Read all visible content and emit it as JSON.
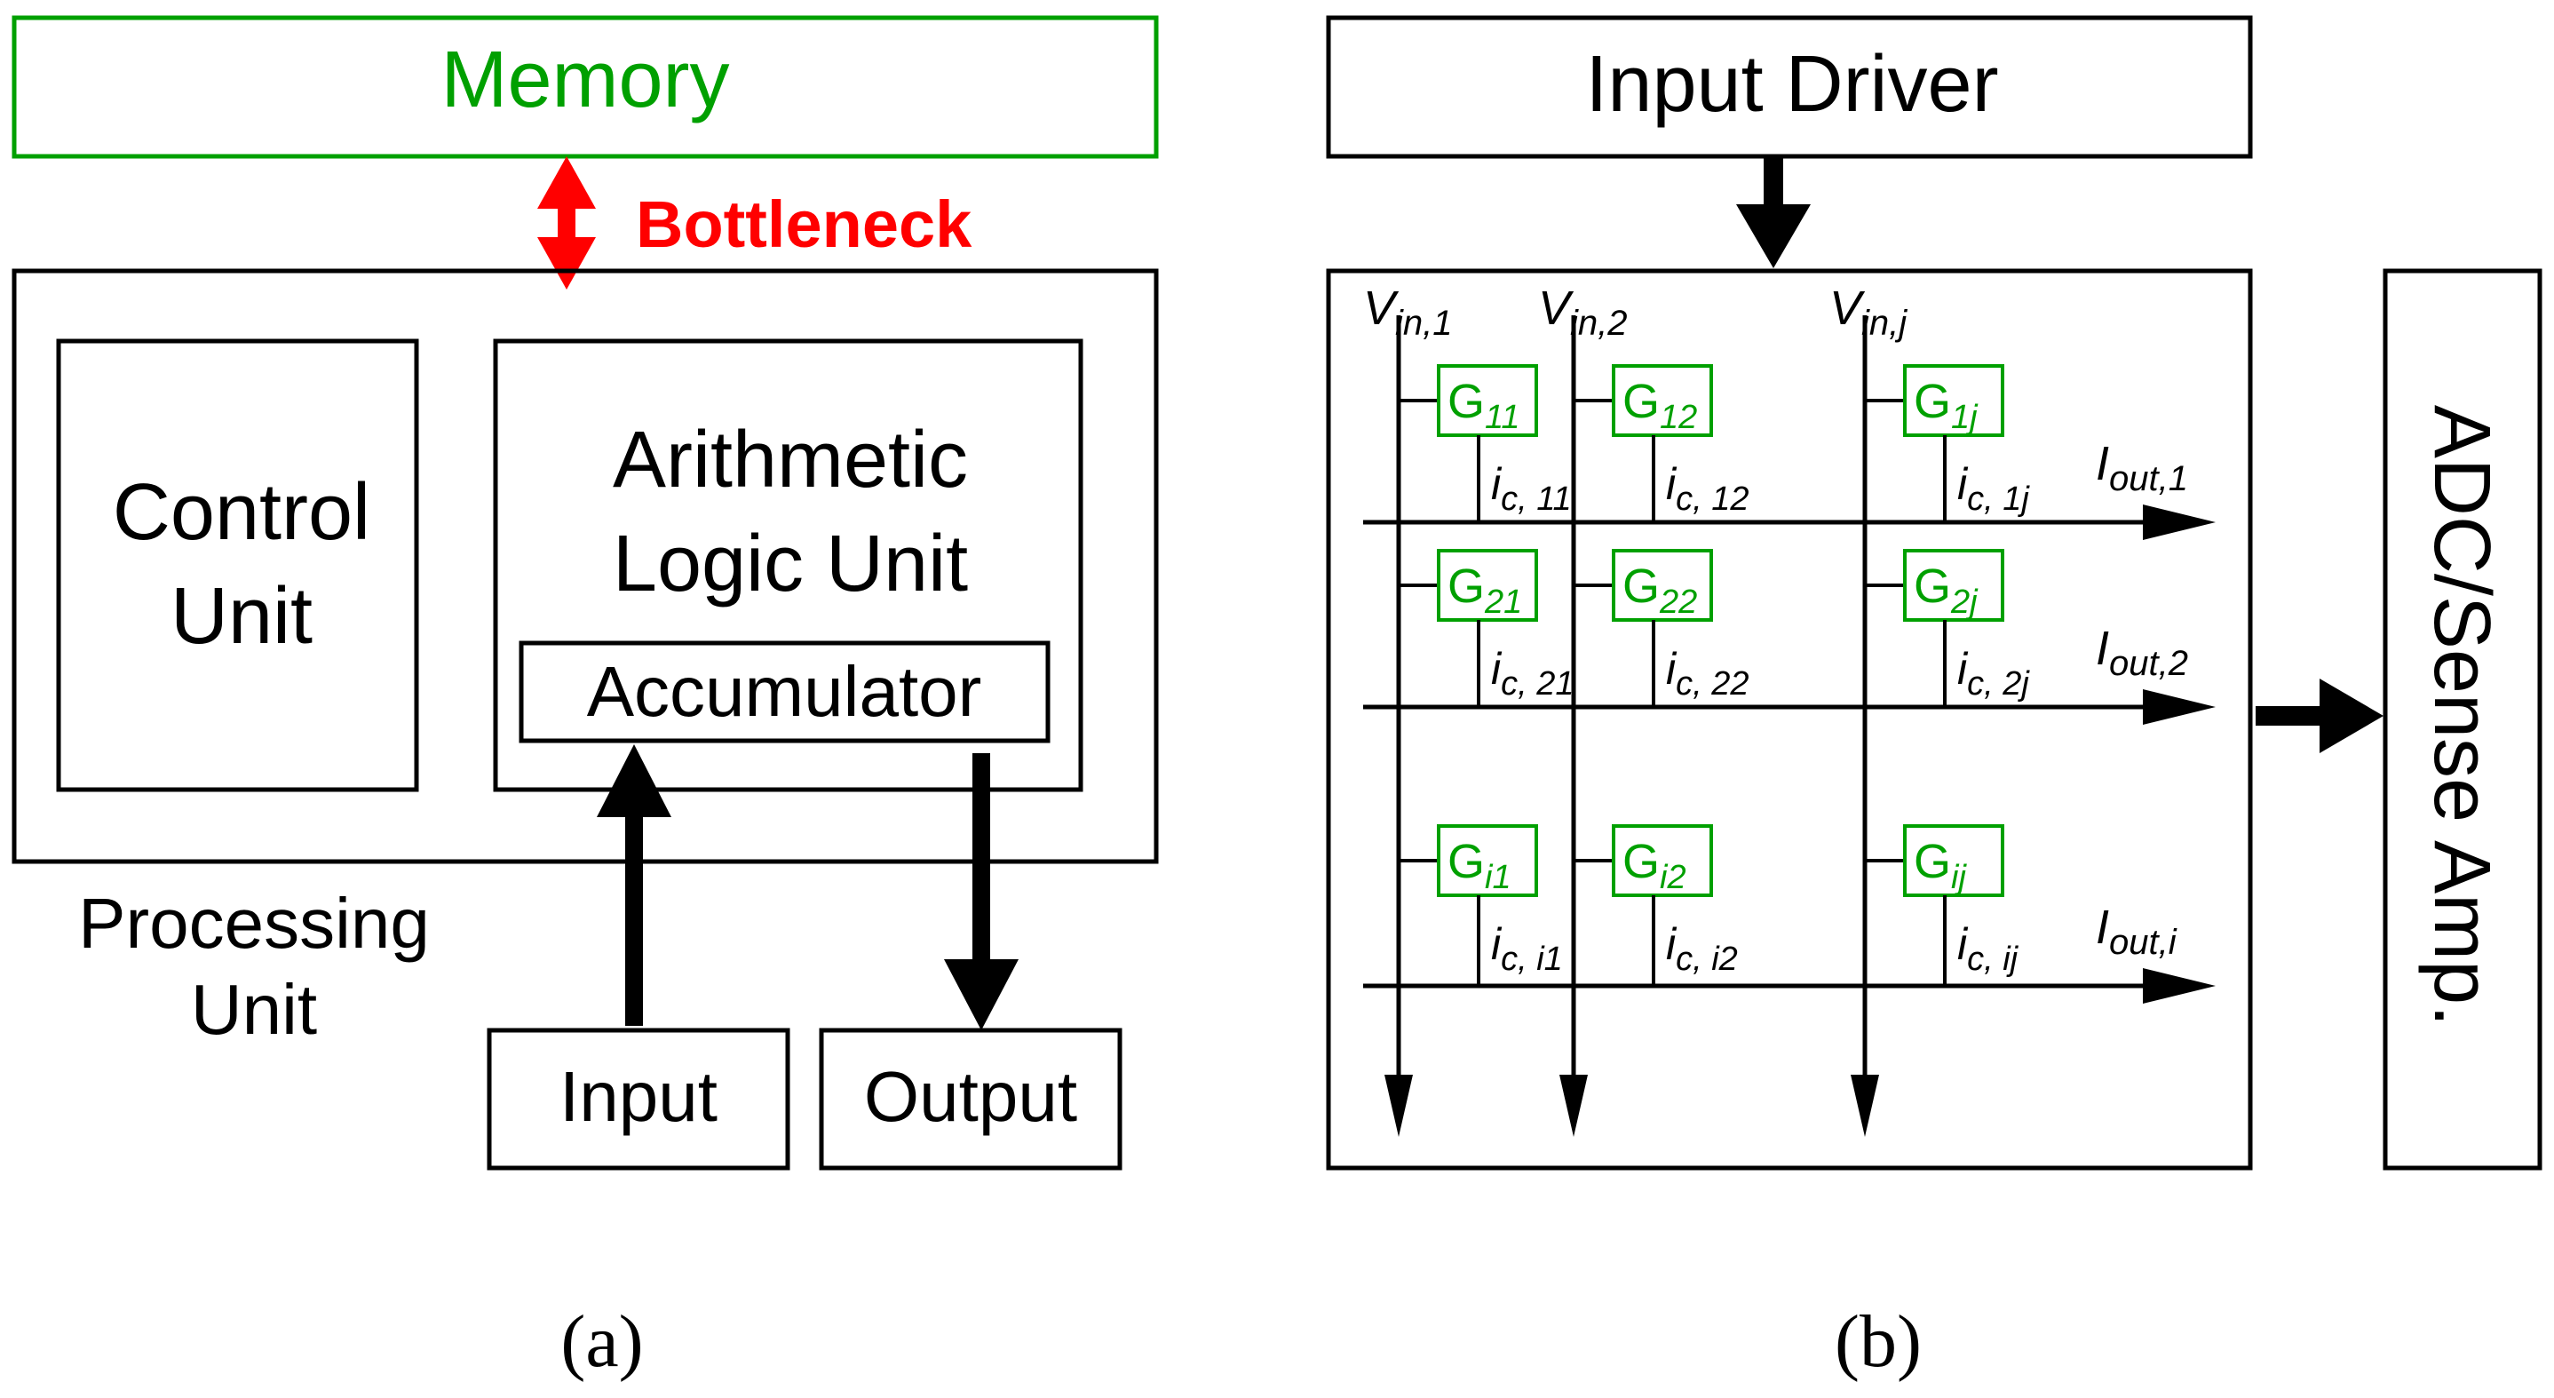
{
  "colors": {
    "memory": "#00a000",
    "bottleneck": "#ff0000",
    "conductance": "#00a000",
    "line": "#000000"
  },
  "panel_a": {
    "memory_label": "Memory",
    "bottleneck_label": "Bottleneck",
    "control_unit_line1": "Control",
    "control_unit_line2": "Unit",
    "alu_line1": "Arithmetic",
    "alu_line2": "Logic Unit",
    "accumulator_label": "Accumulator",
    "processing_unit_line1": "Processing",
    "processing_unit_line2": "Unit",
    "input_label": "Input",
    "output_label": "Output",
    "caption": "(a)"
  },
  "panel_b": {
    "input_driver_label": "Input Driver",
    "adc_label": "ADC/Sense Amp.",
    "caption": "(b)",
    "col_labels": [
      {
        "base": "V",
        "sub": "in,1"
      },
      {
        "base": "V",
        "sub": "in,2"
      },
      {
        "base": "V",
        "sub": "in,j"
      }
    ],
    "row_labels": [
      {
        "base": "I",
        "sub": "out,1"
      },
      {
        "base": "I",
        "sub": "out,2"
      },
      {
        "base": "I",
        "sub": "out,i"
      }
    ],
    "cells": [
      [
        {
          "g": "11",
          "i": "c, 11"
        },
        {
          "g": "12",
          "i": "c, 12"
        },
        {
          "g": "1j",
          "i": "c, 1j"
        }
      ],
      [
        {
          "g": "21",
          "i": "c, 21"
        },
        {
          "g": "22",
          "i": "c, 22"
        },
        {
          "g": "2j",
          "i": "c, 2j"
        }
      ],
      [
        {
          "g": "i1",
          "i": "c, i1"
        },
        {
          "g": "i2",
          "i": "c, i2"
        },
        {
          "g": "ij",
          "i": "c, ij"
        }
      ]
    ]
  }
}
